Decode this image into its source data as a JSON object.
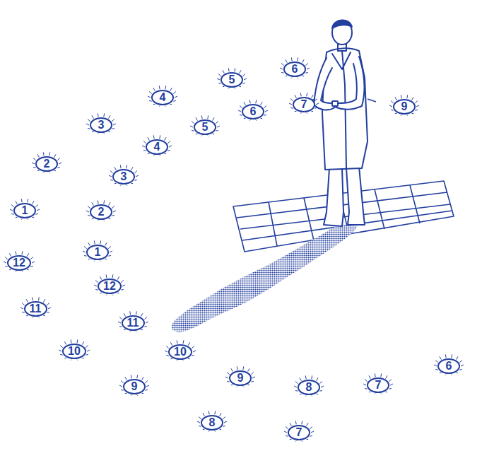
{
  "diagram": {
    "nodes": [
      {
        "text": [
          "6"
        ]
      },
      {
        "text": [
          "5"
        ]
      },
      {
        "text": [
          "4"
        ]
      },
      {
        "text": [
          "7"
        ]
      },
      {
        "text": [
          "9"
        ]
      },
      {
        "text": [
          "6"
        ]
      },
      {
        "text": [
          "3"
        ]
      },
      {
        "text": [
          "5"
        ]
      },
      {
        "text": [
          "4"
        ]
      },
      {
        "text": [
          "2"
        ]
      },
      {
        "text": [
          "3"
        ]
      },
      {
        "text": [
          "1"
        ]
      },
      {
        "text": [
          "2"
        ]
      },
      {
        "text": [
          "1"
        ]
      },
      {
        "text": [
          "12"
        ]
      },
      {
        "text": [
          "12"
        ]
      },
      {
        "text": [
          "11"
        ]
      },
      {
        "text": [
          "11"
        ]
      },
      {
        "text": [
          "10"
        ]
      },
      {
        "text": [
          "10"
        ]
      },
      {
        "text": [
          "6"
        ]
      },
      {
        "text": [
          "9"
        ]
      },
      {
        "text": [
          "7"
        ]
      },
      {
        "text": [
          "9"
        ]
      },
      {
        "text": [
          "8"
        ]
      },
      {
        "text": [
          "8"
        ]
      },
      {
        "text": [
          "7"
        ]
      }
    ]
  }
}
